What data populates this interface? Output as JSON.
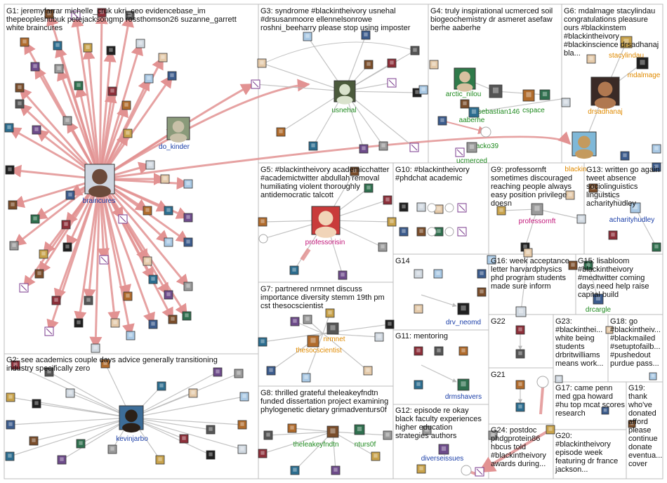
{
  "groups": [
    {
      "id": "G1",
      "label": "G1: jeremyfarrar michelle_cruk ukri_ceo evidencebase_im thepeopleshubuk petejacksongmp rossthomson26 suzanne_garrett white braincures"
    },
    {
      "id": "G2",
      "label": "G2: see academics couple days advice generally transitioning industry specifically zero"
    },
    {
      "id": "G3",
      "label": "G3: syndrome #blackintheivory usnehal #drsusanmoore ellennelsonrowe roshni_beeharry please stop using imposter"
    },
    {
      "id": "G4",
      "label": "G4: truly inspirational ucmerced soil biogeochemistry dr asmeret asefaw berhe aaberhe"
    },
    {
      "id": "G5",
      "label": "G5: #blackintheivory academicchatter #academictwitter abdullah removal humiliating violent thoroughly antidemocratic talcott"
    },
    {
      "id": "G6",
      "label": "G6: mdalmage stacylindau congratulations pleasure ours #blackinstem #blackintheivory #blackinscience drsadhanaj bla..."
    },
    {
      "id": "G7",
      "label": "G7: partnered nrmnet discuss importance diversity stemm 19th pm cst thesocscientist"
    },
    {
      "id": "G8",
      "label": "G8: thrilled grateful theleakeyfndtn funded dissertation project examining phylogenetic dietary grimadventurs0f"
    },
    {
      "id": "G9",
      "label": "G9: professornft sometimes discouraged reaching people always easy position privilege doesn"
    },
    {
      "id": "G10",
      "label": "G10: #blackintheivory #phdchat academic"
    },
    {
      "id": "G11",
      "label": "G11: mentoring"
    },
    {
      "id": "G12",
      "label": "G12: episode re okay black faculty experiences higher education strategies authors"
    },
    {
      "id": "G13",
      "label": "G13: written go again tweet absence sociolinguistics linguistics acharityhudley"
    },
    {
      "id": "G14",
      "label": "G14"
    },
    {
      "id": "G15",
      "label": "G15: lisabloom #blackintheivory #medtwitter coming days need help raise capital build"
    },
    {
      "id": "G16",
      "label": "G16: week acceptance letter harvardphysics phd program students made sure inform"
    },
    {
      "id": "G17",
      "label": "G17: came penn med gpa howard #hu top mcat scores research"
    },
    {
      "id": "G18",
      "label": "G18: go #blackintheiv... #blackmailed #setuptofailb... #pushedout purdue pass..."
    },
    {
      "id": "G19",
      "label": "G19: thank who've donated afford please continue donate eventua... cover"
    },
    {
      "id": "G20",
      "label": "G20: #blackintheivory episode week featuring dr france jackson..."
    },
    {
      "id": "G21",
      "label": "G21"
    },
    {
      "id": "G22",
      "label": "G22"
    },
    {
      "id": "G23",
      "label": "G23: #blackinthei... white being students drbritwilliams means work..."
    },
    {
      "id": "G24",
      "label": "G24: postdoc phdgprotein86 hbcus told #blackintheivory awards during..."
    }
  ],
  "node_labels": {
    "braincures": "braincures",
    "do_kinder": "do_kinder",
    "kevinjarbo": "kevinjarbo",
    "usnehal": "usnehal",
    "arctic_nilou": "arctic_nilou",
    "jfsebastian146": "jfsebastian146",
    "aaberhe": "aaberhe",
    "acko39": "acko39",
    "ucmerced": "ucmerced",
    "cspace": "cspace",
    "drsadhanaj": "drsadhanaj",
    "mdalmage": "mdalmage",
    "stacylindau": "stacylindau",
    "blackin": "blackin",
    "professorisin": "professorisin",
    "nrmnet": "nrmnet",
    "thesocscientist": "thesocscientist",
    "theleakeyfndtn": "theleakeyfndtn",
    "grimadventurs0f": "nturs0f",
    "professornft": "professornft",
    "acharityhudley": "acharityhudley",
    "drv_neomd": "drv_neomd",
    "drmshavers": "drmshavers",
    "diverseissues": "diverseissues",
    "drcargle": "drcargle"
  },
  "colors": {
    "edge_red": "#e29292",
    "edge_gray": "#b8b8b8",
    "label_blue": "#1a3ea8",
    "label_green": "#1f8a1f",
    "label_orange": "#e08a00",
    "label_magenta": "#c2187a",
    "label_cyan": "#1686a0",
    "box": "#bdbdbd"
  }
}
